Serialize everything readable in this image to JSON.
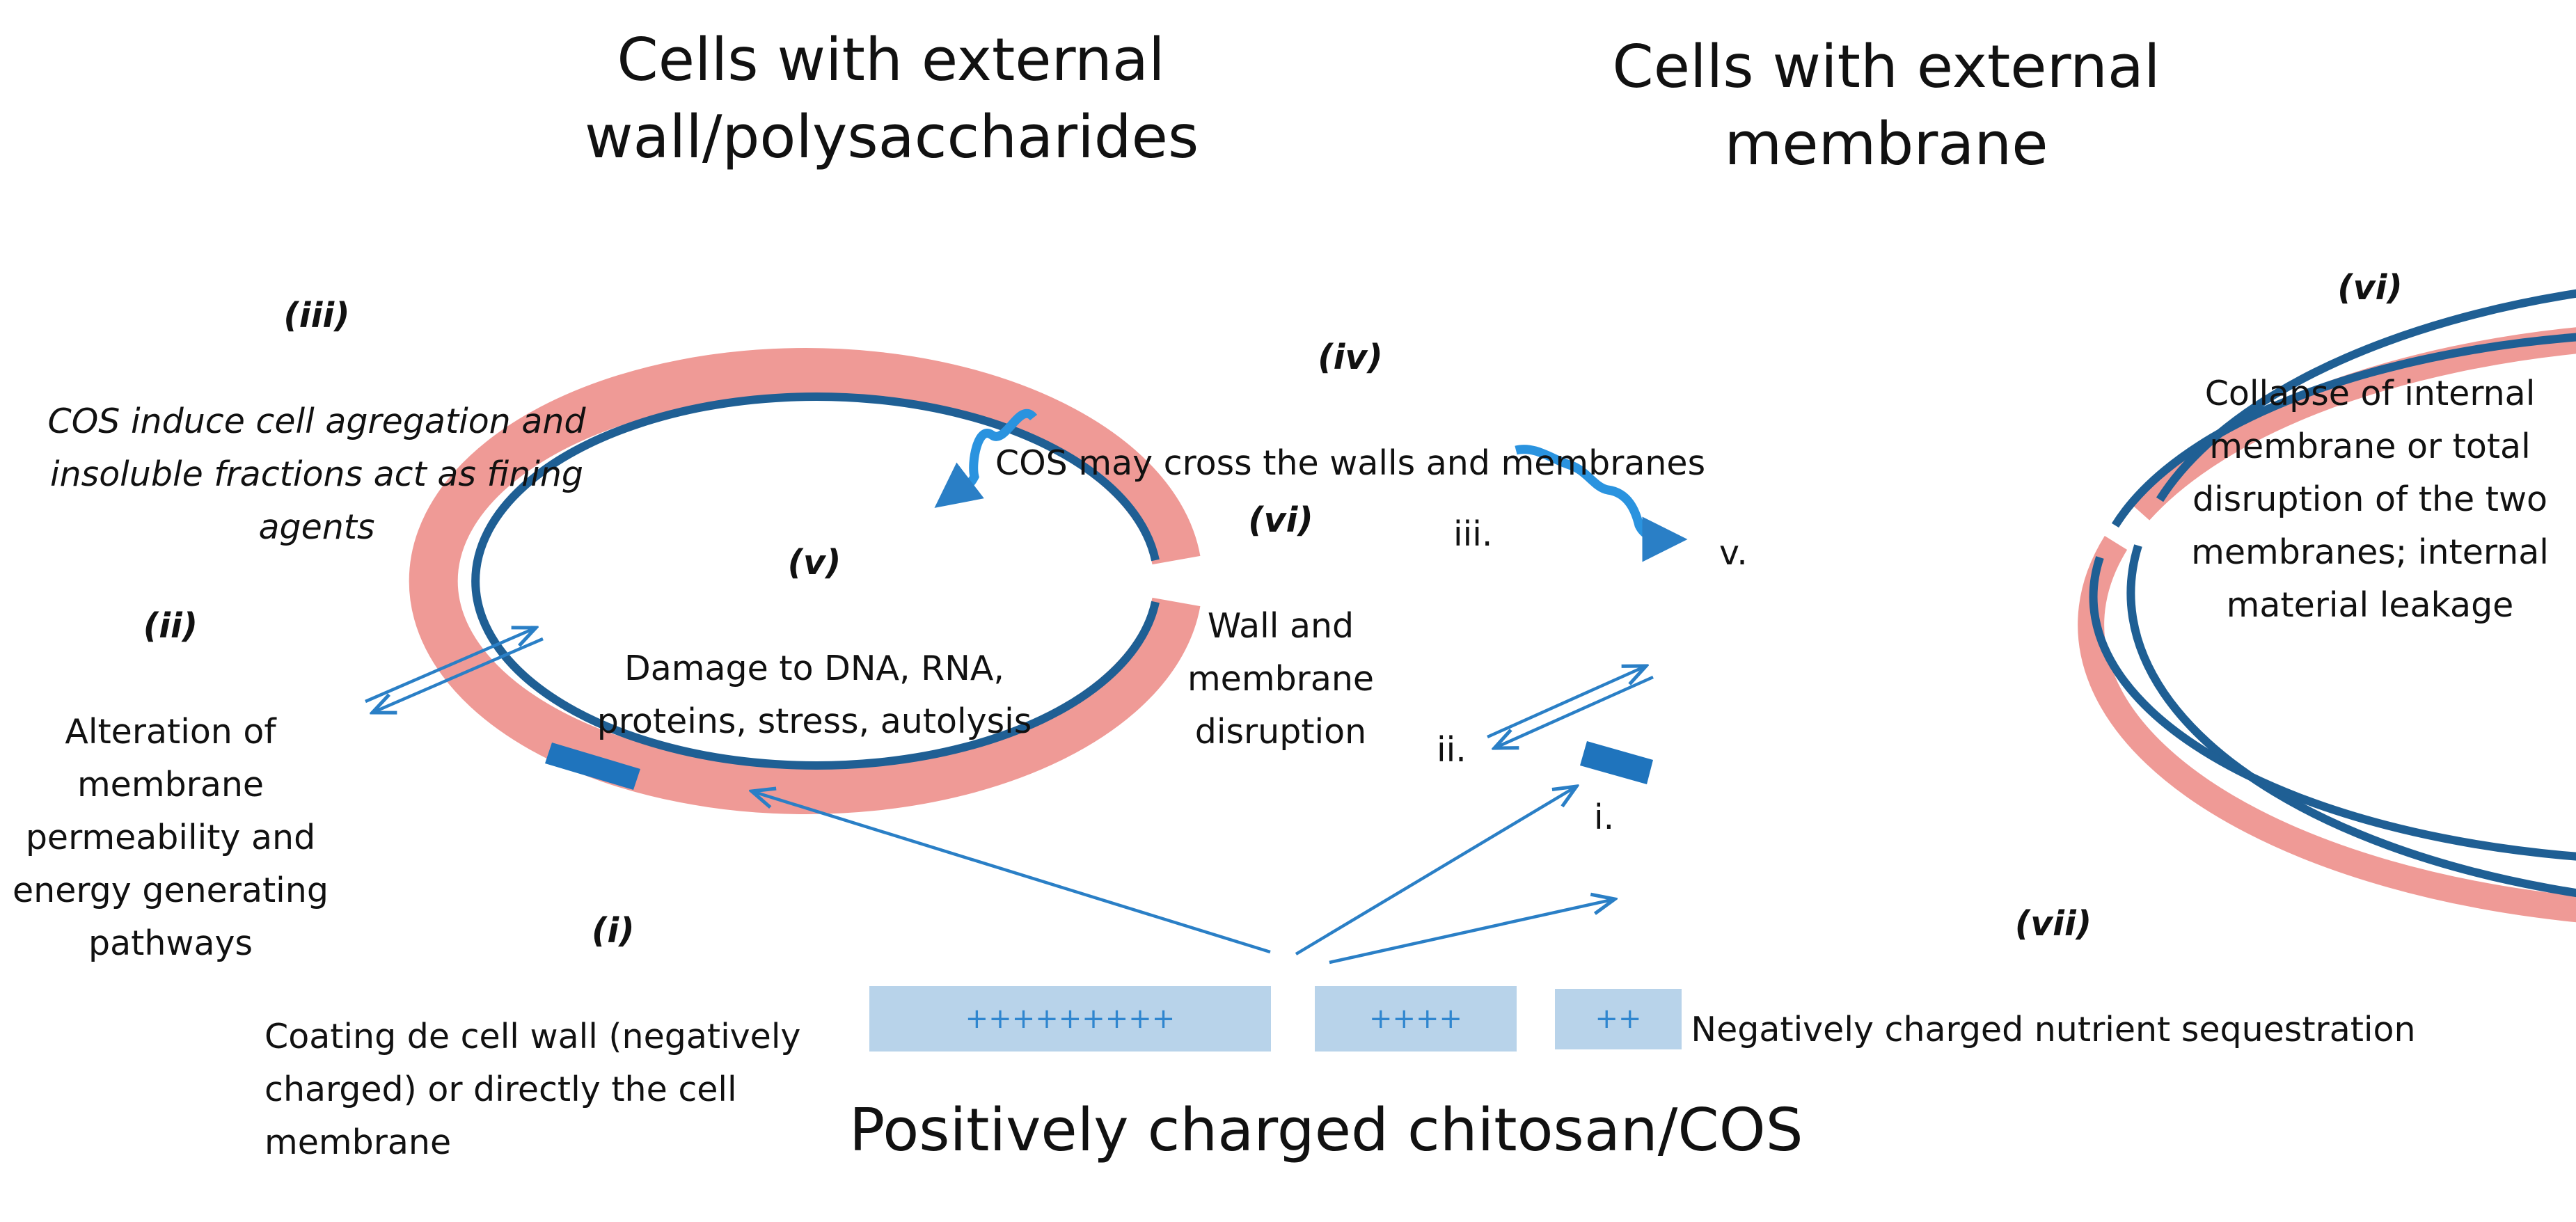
{
  "titles": {
    "left": "Cells with external wall/polysaccharides",
    "right": "Cells with external membrane",
    "bottom": "Positively charged chitosan/COS"
  },
  "left_cell": {
    "iii": {
      "numeral": "(iii)",
      "text": "COS induce cell agregation and insoluble fractions act as fining agents"
    },
    "ii": {
      "numeral": "(ii)",
      "text": "Alteration of membrane permeability and energy generating pathways"
    },
    "v": {
      "numeral": "(v)",
      "text": "Damage to DNA, RNA, proteins, stress, autolysis"
    },
    "vi": {
      "numeral": "(vi)",
      "text": "Wall and membrane disruption"
    },
    "i": {
      "numeral": "(i)",
      "text": "Coating de cell wall (negatively charged)  or directly the cell membrane"
    }
  },
  "center": {
    "iv": {
      "numeral": "(iv)",
      "text": "COS may cross the walls and membranes"
    }
  },
  "right_cell": {
    "vi": {
      "numeral": "(vi)",
      "text": "Collapse of internal membrane or total disruption of the two membranes; internal material leakage"
    },
    "vii": {
      "numeral": "(vii)",
      "text": "Negatively charged nutrient sequestration"
    },
    "markers": {
      "iii": "iii.",
      "v": "v.",
      "ii": "ii.",
      "i": "i."
    }
  },
  "charge_boxes": [
    "+++++++++",
    "++++",
    "++"
  ],
  "colors": {
    "wall_pink": "#ef9a96",
    "membrane_blue": "#1f5f94",
    "arrow_blue": "#2a7fc6",
    "box_fill": "#b8d3ea",
    "plus_text": "#2f86cf"
  }
}
